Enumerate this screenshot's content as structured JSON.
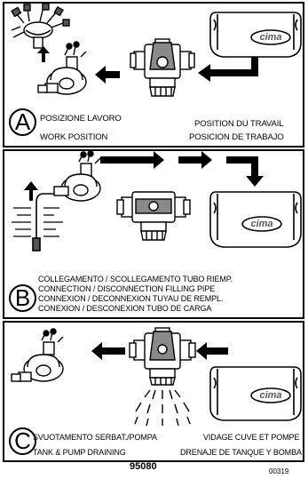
{
  "panels": [
    {
      "letter": "A",
      "lines": [
        "POSIZIONE LAVORO",
        "WORK POSITION",
        "POSITION DU TRAVAIL",
        "POSICION DE TRABAJO"
      ]
    },
    {
      "letter": "B",
      "lines": [
        "COLLEGAMENTO / SCOLLEGAMENTO  TUBO RIEMP.",
        "CONNECTION / DISCONNECTION FILLING PIPE",
        "CONNEXION / DECONNEXION TUYAU DE REMPL.",
        "CONEXION / DESCONEXION TUBO DE CARGA"
      ]
    },
    {
      "letter": "C",
      "lines": [
        "SVUOTAMENTO SERBAT./POMPA",
        "TANK & PUMP  DRAINING",
        "VIDAGE CUVE ET POMPE",
        "DRENAJE DE TANQUE Y BOMBA"
      ]
    }
  ],
  "brand_logo": "cima",
  "footer": {
    "code": "95080",
    "ref": "00319"
  },
  "colors": {
    "ink": "#000000",
    "paper": "#ffffff",
    "valve_grey": "#8a8a8a",
    "logo_fill": "#5a5a5a"
  }
}
